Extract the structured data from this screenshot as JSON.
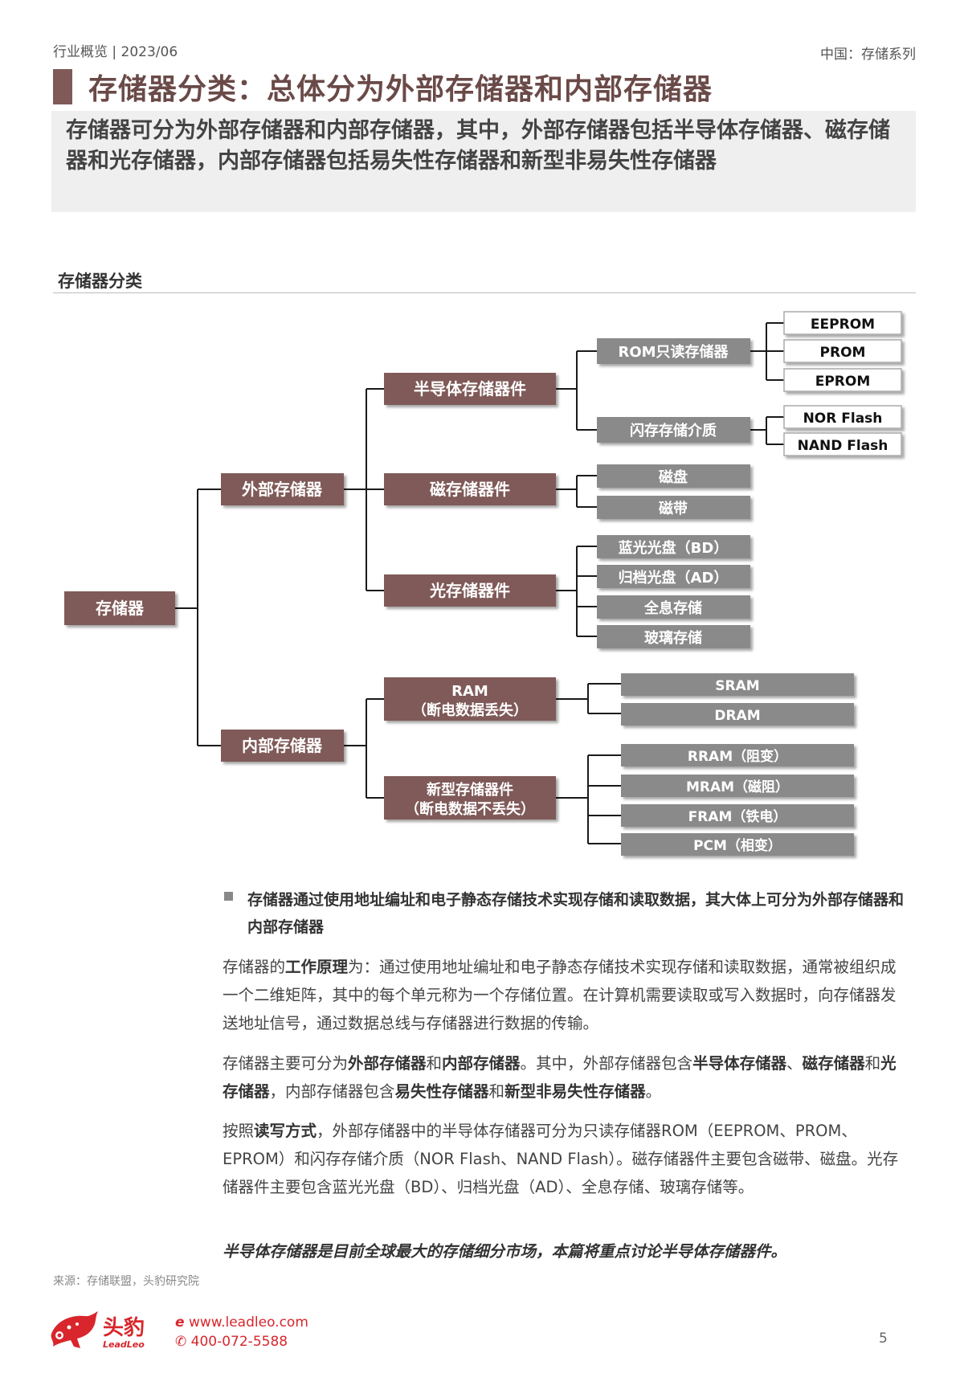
{
  "header": {
    "left": "行业概览 | 2023/06",
    "right": "中国：存储系列"
  },
  "title": "存储器分类：总体分为外部存储器和内部存储器",
  "summary": "存储器可分为外部存储器和内部存储器，其中，外部存储器包括半导体存储器、磁存储器和光存储器，内部存储器包括易失性存储器和新型非易失性存储器",
  "diagram": {
    "heading": "存储器分类",
    "root": "存储器",
    "external": "外部存储器",
    "internal": "内部存储器",
    "semiconductor": "半导体存储器件",
    "magnetic": "磁存储器件",
    "optical": "光存储器件",
    "rom": "ROM只读存储器",
    "flash": "闪存存储介质",
    "rom_items": [
      "EEPROM",
      "PROM",
      "EPROM"
    ],
    "flash_items": [
      "NOR Flash",
      "NAND Flash"
    ],
    "magnetic_items": [
      "磁盘",
      "磁带"
    ],
    "optical_items": [
      "蓝光光盘（BD）",
      "归档光盘（AD）",
      "全息存储",
      "玻璃存储"
    ],
    "ram_line1": "RAM",
    "ram_line2": "（断电数据丢失）",
    "ram_items": [
      "SRAM",
      "DRAM"
    ],
    "new_line1": "新型存储器件",
    "new_line2": "（断电数据不丢失）",
    "new_items": [
      "RRAM（阻变）",
      "MRAM（磁阻）",
      "FRAM（铁电）",
      "PCM（相变）"
    ]
  },
  "colors": {
    "primary_box": "#7f5a58",
    "secondary_box": "#8a8a8a",
    "title": "#6a4a48",
    "brand": "#d8262c"
  },
  "bullet": "存储器通过使用地址编址和电子静态存储技术实现存储和读取数据，其大体上可分为外部存储器和内部存储器",
  "para1": {
    "a": "存储器的",
    "b": "工作原理",
    "c": "为：通过使用地址编址和电子静态存储技术实现存储和读取数据，通常被组织成一个二维矩阵，其中的每个单元称为一个存储位置。在计算机需要读取或写入数据时，向存储器发送地址信号，通过数据总线与存储器进行数据的传输。"
  },
  "para2": {
    "a": "存储器主要可分为",
    "b": "外部存储器",
    "c": "和",
    "d": "内部存储器",
    "e": "。其中，外部存储器包含",
    "f": "半导体存储器",
    "g": "、",
    "h": "磁存储器",
    "i": "和",
    "j": "光存储器",
    "k": "，内部存储器包含",
    "l": "易失性存储器",
    "m": "和",
    "n": "新型非易失性存储器",
    "o": "。"
  },
  "para3": {
    "a": "按照",
    "b": "读写方式",
    "c": "，外部存储器中的半导体存储器可分为只读存储器ROM（EEPROM、PROM、EPROM）和闪存存储介质（NOR Flash、NAND Flash）。磁存储器件主要包含磁带、磁盘。光存储器件主要包含蓝光光盘（BD）、归档光盘（AD）、全息存储、玻璃存储等。"
  },
  "para4": "半导体存储器是目前全球最大的存储细分市场，本篇将重点讨论半导体存储器件。",
  "source": "来源：存储联盟，头豹研究院",
  "footer": {
    "brand_cn": "头豹",
    "brand_en": "LeadLeo",
    "url": "www.leadleo.com",
    "phone": "400-072-5588",
    "page": "5"
  }
}
